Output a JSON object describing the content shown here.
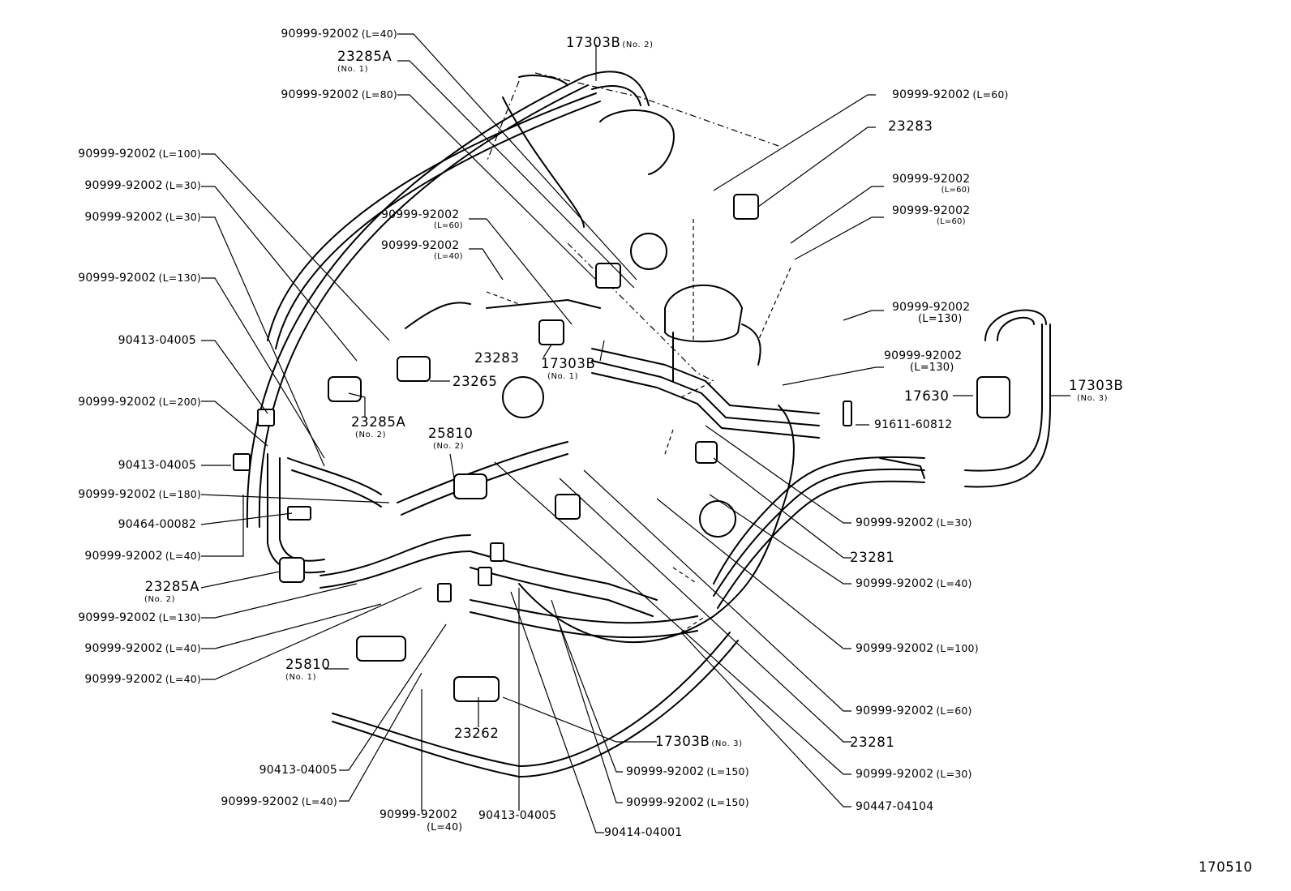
{
  "diagram": {
    "figure_number": "170510",
    "labels": [
      {
        "id": "l01",
        "part": "90999-92002",
        "size": "(L=40)"
      },
      {
        "id": "l02",
        "part": "17303B",
        "tag": "(No. 2)"
      },
      {
        "id": "l03",
        "part": "23285A",
        "sub": "(No. 1)"
      },
      {
        "id": "l04",
        "part": "90999-92002",
        "size": "(L=80)"
      },
      {
        "id": "l05",
        "part": "90999-92002",
        "size": "(L=60)"
      },
      {
        "id": "l06",
        "part": "23283"
      },
      {
        "id": "l07",
        "part": "90999-92002",
        "size": "(L=100)"
      },
      {
        "id": "l08",
        "part": "90999-92002",
        "size": "(L=30)"
      },
      {
        "id": "l09",
        "part": "90999-92002",
        "size": "(L=30)"
      },
      {
        "id": "l10",
        "part": "90999-92002",
        "sub": "(L=60)"
      },
      {
        "id": "l11",
        "part": "90999-92002",
        "sub": "(L=60)"
      },
      {
        "id": "l12",
        "part": "90999-92002",
        "sub": "(L=60)"
      },
      {
        "id": "l13",
        "part": "90999-92002",
        "sub": "(L=40)"
      },
      {
        "id": "l14",
        "part": "90999-92002",
        "size": "(L=130)"
      },
      {
        "id": "l15",
        "part": "90999-92002",
        "subbig": "(L=130)"
      },
      {
        "id": "l16",
        "part": "90413-04005"
      },
      {
        "id": "l17",
        "part": "23283"
      },
      {
        "id": "l18",
        "part": "17303B",
        "sub": "(No. 1)"
      },
      {
        "id": "l19",
        "part": "90999-92002",
        "subbig": "(L=130)"
      },
      {
        "id": "l20",
        "part": "23265"
      },
      {
        "id": "l21",
        "part": "17630"
      },
      {
        "id": "l22",
        "part": "17303B",
        "sub": "(No. 3)"
      },
      {
        "id": "l23",
        "part": "90999-92002",
        "size": "(L=200)"
      },
      {
        "id": "l24",
        "part": "23285A",
        "sub": "(No. 2)"
      },
      {
        "id": "l25",
        "part": "25810",
        "sub": "(No. 2)"
      },
      {
        "id": "l26",
        "part": "91611-60812"
      },
      {
        "id": "l27",
        "part": "90413-04005"
      },
      {
        "id": "l28",
        "part": "90999-92002",
        "size": "(L=180)"
      },
      {
        "id": "l29",
        "part": "90999-92002",
        "size": "(L=30)"
      },
      {
        "id": "l30",
        "part": "90464-00082"
      },
      {
        "id": "l31",
        "part": "23281"
      },
      {
        "id": "l32",
        "part": "90999-92002",
        "size": "(L=40)"
      },
      {
        "id": "l33",
        "part": "90999-92002",
        "size": "(L=40)"
      },
      {
        "id": "l34",
        "part": "23285A",
        "sub": "(No. 2)"
      },
      {
        "id": "l35",
        "part": "90999-92002",
        "size": "(L=130)"
      },
      {
        "id": "l36",
        "part": "90999-92002",
        "size": "(L=100)"
      },
      {
        "id": "l37",
        "part": "90999-92002",
        "size": "(L=40)"
      },
      {
        "id": "l38",
        "part": "25810",
        "sub": "(No. 1)"
      },
      {
        "id": "l39",
        "part": "90999-92002",
        "size": "(L=40)"
      },
      {
        "id": "l40",
        "part": "90999-92002",
        "size": "(L=60)"
      },
      {
        "id": "l41",
        "part": "23262"
      },
      {
        "id": "l42",
        "part": "17303B",
        "tag": "(No. 3)"
      },
      {
        "id": "l43",
        "part": "23281"
      },
      {
        "id": "l44",
        "part": "90999-92002",
        "size": "(L=150)"
      },
      {
        "id": "l45",
        "part": "90413-04005"
      },
      {
        "id": "l46",
        "part": "90999-92002",
        "size": "(L=30)"
      },
      {
        "id": "l47",
        "part": "90999-92002",
        "size": "(L=40)"
      },
      {
        "id": "l48",
        "part": "90999-92002",
        "size": "(L=150)"
      },
      {
        "id": "l49",
        "part": "90447-04104"
      },
      {
        "id": "l50",
        "part": "90999-92002",
        "sub": "(L=40)"
      },
      {
        "id": "l51",
        "part": "90413-04005"
      },
      {
        "id": "l52",
        "part": "90414-04001"
      }
    ]
  }
}
